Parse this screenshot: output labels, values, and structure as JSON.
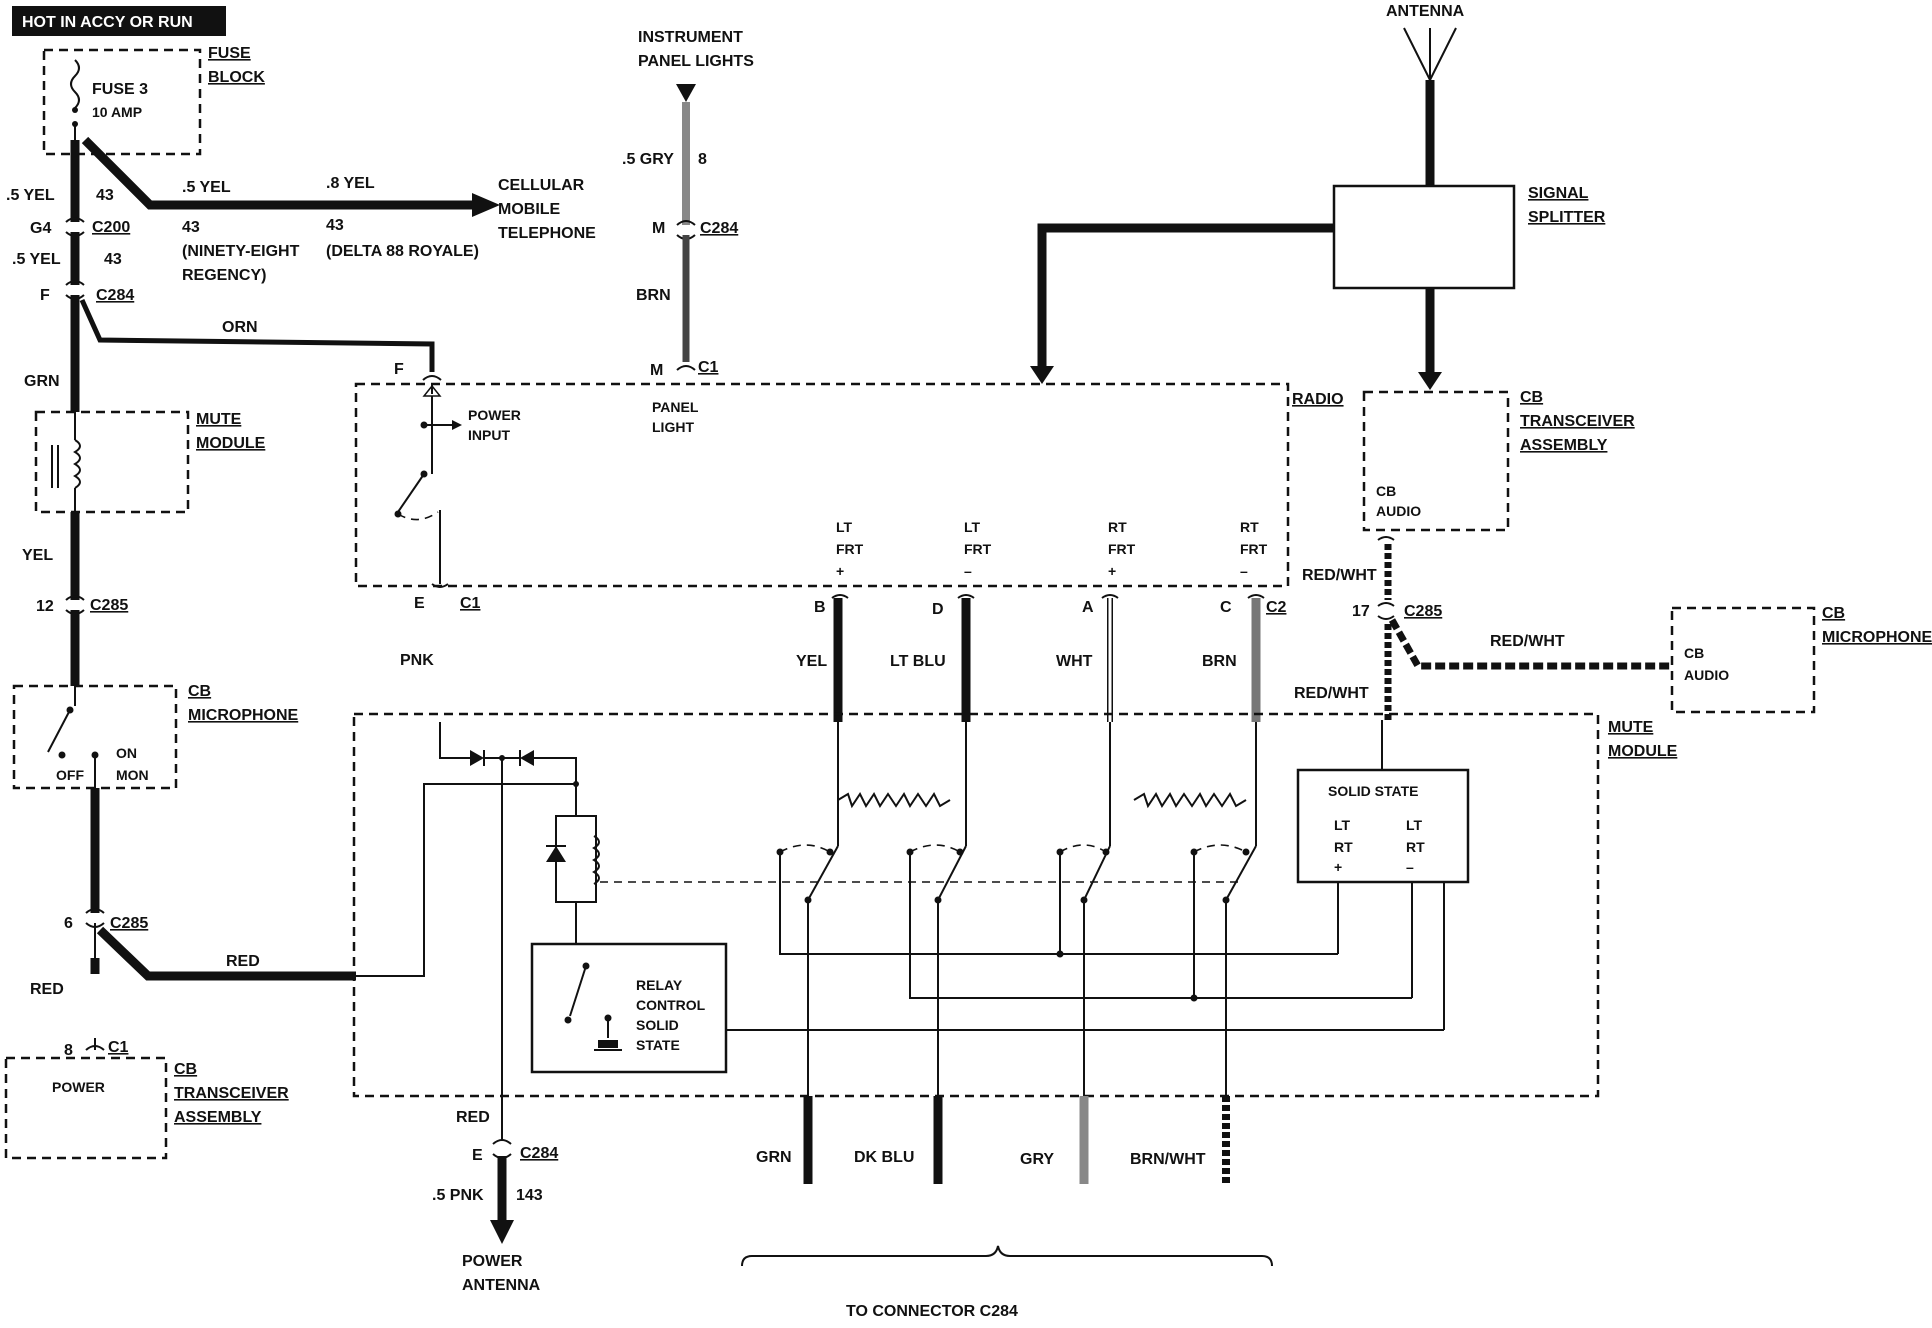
{
  "header": {
    "power_label": "HOT IN ACCY OR RUN"
  },
  "fuse_block": {
    "title_1": "FUSE",
    "title_2": "BLOCK",
    "fuse_name": "FUSE 3",
    "fuse_rating": "10 AMP"
  },
  "wires_left": {
    "yel_5_a": ".5 YEL",
    "circuit_43_a": "43",
    "g4": "G4",
    "c200": "C200",
    "yel_5_b": ".5 YEL",
    "circuit_43_b": "43",
    "pin_f": "F",
    "c284_a": "C284",
    "grn": "GRN",
    "yel": "YEL",
    "pin_12": "12",
    "c285_a": "C285",
    "pin_6": "6",
    "c285_b": "C285",
    "red": "RED",
    "pin_8": "8",
    "c1_a": "C1"
  },
  "telephone": {
    "yel_5": ".5 YEL",
    "yel_8": ".8 YEL",
    "c43_a": "43",
    "c43_b": "43",
    "ninety_1": "(NINETY-EIGHT",
    "ninety_2": "REGENCY)",
    "delta": "(DELTA 88 ROYALE)",
    "dest_1": "CELLULAR",
    "dest_2": "MOBILE",
    "dest_3": "TELEPHONE"
  },
  "orn_wire": {
    "label": "ORN"
  },
  "mute_module_left": {
    "title_1": "MUTE",
    "title_2": "MODULE"
  },
  "cb_mic_left": {
    "title_1": "CB",
    "title_2": "MICROPHONE",
    "off": "OFF",
    "on": "ON",
    "mon": "MON"
  },
  "cb_trans_left": {
    "power": "POWER",
    "title_1": "CB",
    "title_2": "TRANSCEIVER",
    "title_3": "ASSEMBLY"
  },
  "red_wire": {
    "label": "RED"
  },
  "instrument": {
    "title_1": "INSTRUMENT",
    "title_2": "PANEL LIGHTS",
    "gry": ".5 GRY",
    "circuit_8": "8",
    "pin_m": "M",
    "c284": "C284",
    "brn": "BRN",
    "pin_m2": "M",
    "c1": "C1",
    "panel_1": "PANEL",
    "panel_2": "LIGHT"
  },
  "radio": {
    "title": "RADIO",
    "pin_f": "F",
    "power_1": "POWER",
    "power_2": "INPUT",
    "pin_e": "E",
    "c1": "C1",
    "pnk": "PNK",
    "lt_frt_p_1": "LT",
    "lt_frt_p_2": "FRT",
    "lt_frt_p_3": "+",
    "lt_frt_m_1": "LT",
    "lt_frt_m_2": "FRT",
    "lt_frt_m_3": "–",
    "rt_frt_p_1": "RT",
    "rt_frt_p_2": "FRT",
    "rt_frt_p_3": "+",
    "rt_frt_m_1": "RT",
    "rt_frt_m_2": "FRT",
    "rt_frt_m_3": "–",
    "pin_b": "B",
    "pin_d": "D",
    "pin_a": "A",
    "pin_c": "C",
    "c2": "C2"
  },
  "speaker_wires": {
    "yel": "YEL",
    "lt_blu": "LT BLU",
    "wht": "WHT",
    "brn": "BRN"
  },
  "antenna": {
    "title": "ANTENNA"
  },
  "splitter": {
    "title_1": "SIGNAL",
    "title_2": "SPLITTER"
  },
  "cb_trans_right": {
    "title_1": "CB",
    "title_2": "TRANSCEIVER",
    "title_3": "ASSEMBLY",
    "audio_1": "CB",
    "audio_2": "AUDIO"
  },
  "cb_wiring_right": {
    "red_wht_a": "RED/WHT",
    "pin_17": "17",
    "c285": "C285",
    "red_wht_b": "RED/WHT",
    "red_wht_c": "RED/WHT"
  },
  "cb_mic_right": {
    "title_1": "CB",
    "title_2": "MICROPHONE",
    "audio_1": "CB",
    "audio_2": "AUDIO"
  },
  "mute_module_main": {
    "title_1": "MUTE",
    "title_2": "MODULE",
    "solid_state": "SOLID STATE",
    "lt_1": "LT",
    "lt_2": "RT",
    "lt_3": "+",
    "rt_1": "LT",
    "rt_2": "RT",
    "rt_3": "–",
    "relay_1": "RELAY",
    "relay_2": "CONTROL",
    "relay_3": "SOLID",
    "relay_4": "STATE"
  },
  "power_antenna": {
    "red": "RED",
    "pin_e": "E",
    "c284": "C284",
    "pnk": ".5 PNK",
    "circuit_143": "143",
    "title_1": "POWER",
    "title_2": "ANTENNA"
  },
  "bottom_wires": {
    "grn": "GRN",
    "dk_blu": "DK BLU",
    "gry": "GRY",
    "brn_wht": "BRN/WHT"
  },
  "footer": {
    "to_connector": "TO CONNECTOR C284"
  }
}
